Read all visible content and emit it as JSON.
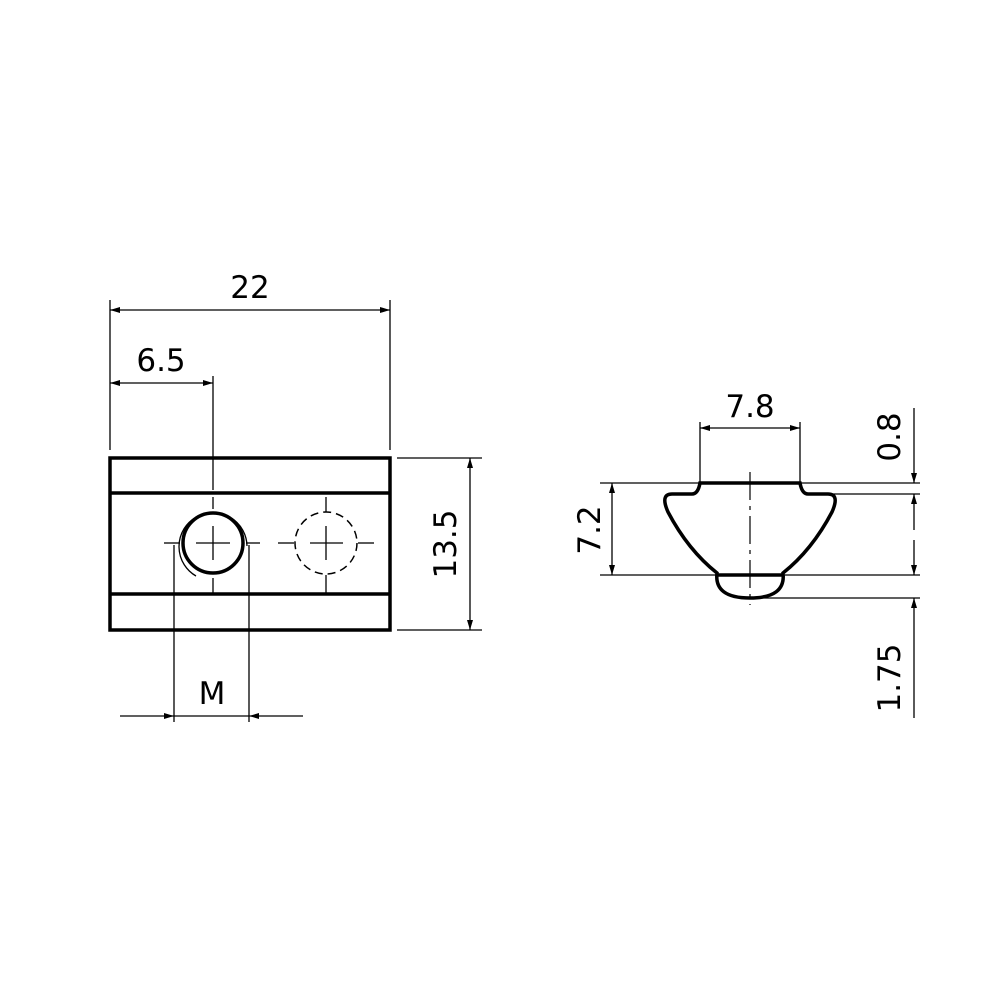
{
  "dimensions": {
    "length": "22",
    "hole_offset": "6.5",
    "width": "13.5",
    "thread": "M",
    "top_width": "7.8",
    "shoulder": "0.8",
    "height": "7.2",
    "dome": "1.75"
  }
}
